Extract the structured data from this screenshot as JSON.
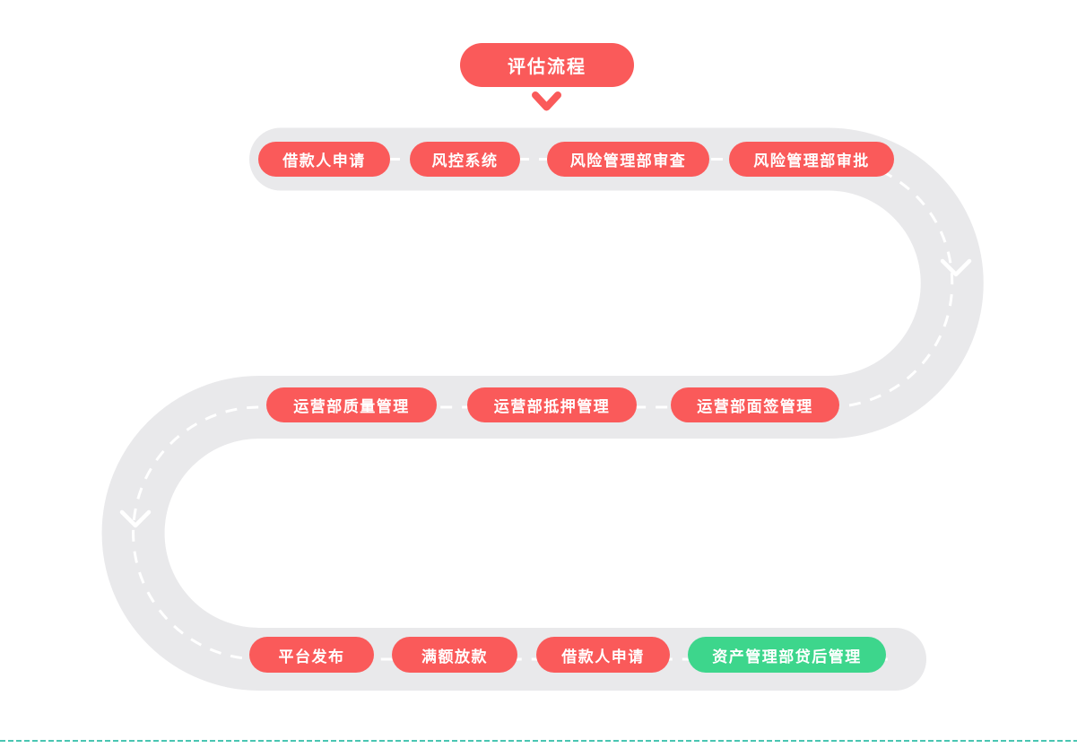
{
  "title": {
    "label": "评估流程"
  },
  "colors": {
    "step_red": "#FA5A5A",
    "step_green": "#3DD68C",
    "road_gray": "#E9E9EB",
    "road_centerline_white": "#FFFFFF",
    "bottom_dashed_line_teal": "#4AC6B2",
    "text_white": "#FFFFFF"
  },
  "flow": {
    "rows": [
      {
        "direction": "left-to-right",
        "steps": [
          {
            "label": "借款人申请"
          },
          {
            "label": "风控系统"
          },
          {
            "label": "风险管理部审查"
          },
          {
            "label": "风险管理部审批"
          }
        ]
      },
      {
        "direction": "left-to-right",
        "steps": [
          {
            "label": "运营部质量管理"
          },
          {
            "label": "运营部抵押管理"
          },
          {
            "label": "运营部面签管理"
          }
        ]
      },
      {
        "direction": "left-to-right",
        "steps": [
          {
            "label": "平台发布"
          },
          {
            "label": "满额放款"
          },
          {
            "label": "借款人申请"
          },
          {
            "label": "资产管理部贷后管理",
            "highlight": "green"
          }
        ]
      }
    ]
  }
}
